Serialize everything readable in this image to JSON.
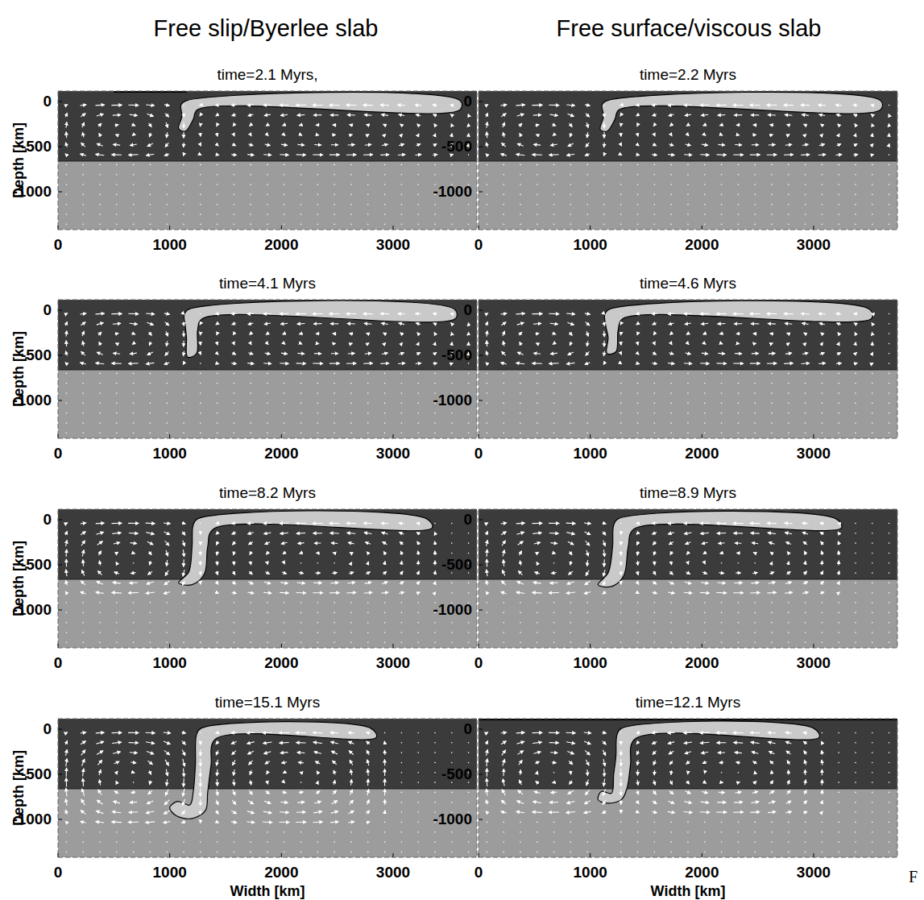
{
  "diagram": {
    "labels": [
      "Free slip/Byerlee slab",
      "Free surface/viscous slab",
      "time=2.1 Myrs,",
      "0",
      "-500",
      "-1000",
      "Depth [km]",
      "0",
      "1000",
      "2000",
      "3000",
      "time=2.2 Myrs",
      "0",
      "-500",
      "-1000",
      "0",
      "1000",
      "2000",
      "3000",
      "time=4.1 Myrs",
      "0",
      "-500",
      "-1000",
      "Depth [km]",
      "0",
      "1000",
      "2000",
      "3000",
      "time=4.6 Myrs",
      "0",
      "-500",
      "-1000",
      "0",
      "1000",
      "2000",
      "3000",
      "time=8.2 Myrs",
      "0",
      "-500",
      "-1000",
      "Depth [km]",
      "0",
      "1000",
      "2000",
      "3000",
      "time=8.9 Myrs",
      "0",
      "-500",
      "-1000",
      "0",
      "1000",
      "2000",
      "3000",
      "time=15.1 Myrs",
      "0",
      "-500",
      "-1000",
      "Depth [km]",
      "0",
      "1000",
      "2000",
      "3000",
      "Width [km]",
      "time=12.1 Myrs",
      "0",
      "-500",
      "-1000",
      "0",
      "1000",
      "2000",
      "3000",
      "Width [km]",
      "F"
    ]
  }
}
